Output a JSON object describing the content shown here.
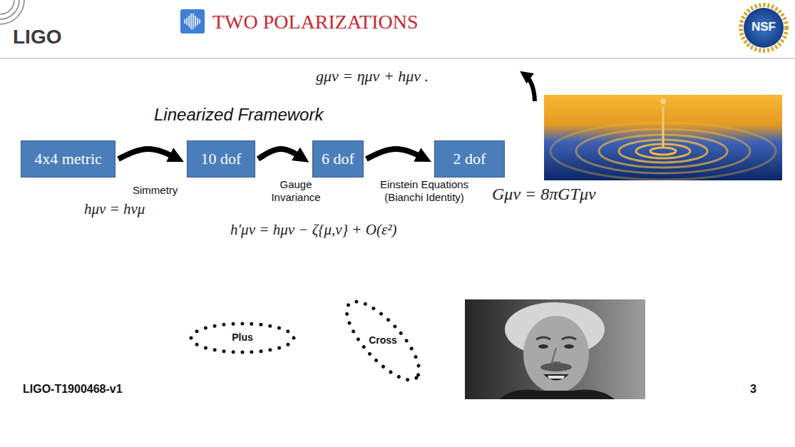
{
  "diagram": {
    "title": "TWO POLARIZATIONS",
    "nodes": [
      {
        "text": [
          "4x4 metric"
        ]
      },
      {
        "text": [
          "10 dof"
        ]
      },
      {
        "text": [
          "6 dof"
        ]
      },
      {
        "text": [
          "2 dof"
        ]
      }
    ],
    "edges": [
      {
        "from": 0,
        "to": 1,
        "arrow": "to",
        "label": "Simmetry"
      },
      {
        "from": 1,
        "to": 2,
        "arrow": "to",
        "label": "Gauge Invariance"
      },
      {
        "from": 2,
        "to": 3,
        "arrow": "to",
        "label": "Einstein Equations (Bianchi Identity)"
      }
    ],
    "labels": [
      "LIGO",
      "NSF",
      "Linearized Framework",
      "gμν = ημν + hμν .",
      "hμν = hνμ",
      "h′μν = hμν − ζ{μ,ν} + O(ε²)",
      "Gμν = 8πGTμν",
      "Plus",
      "Cross",
      "LIGO-T1900468-v1",
      "3"
    ]
  }
}
